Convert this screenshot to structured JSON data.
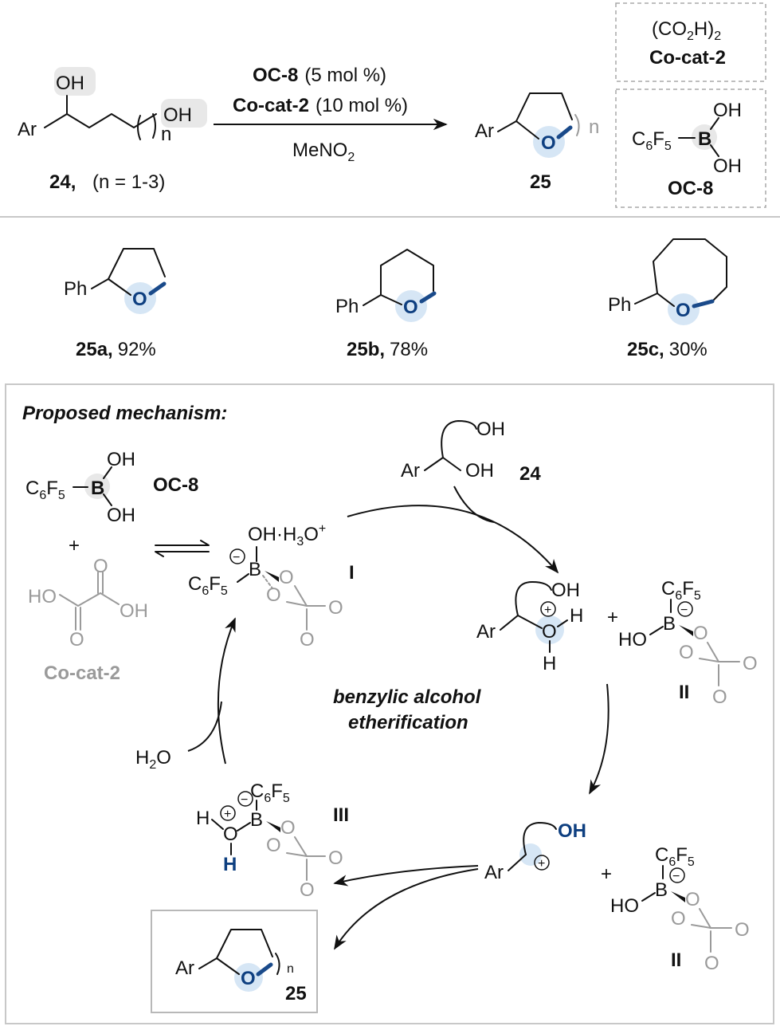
{
  "reaction": {
    "substrate_label": "24,",
    "substrate_condition": "(n = 1-3)",
    "sub_ar": "Ar",
    "sub_oh1": "OH",
    "sub_oh2": "OH",
    "sub_n": "n",
    "cond_cat1_name": "OC-8",
    "cond_cat1_amount": "(5 mol %)",
    "cond_cat2_name": "Co-cat-2",
    "cond_cat2_amount": "(10 mol %)",
    "cond_solvent": "MeNO",
    "cond_solvent_sub": "2",
    "product_label": "25",
    "prod_ar": "Ar",
    "prod_o": "O",
    "prod_n": "n"
  },
  "side_boxes": {
    "cocat_formula_a": "(CO",
    "cocat_formula_sub": "2",
    "cocat_formula_b": "H)",
    "cocat_formula_sub2": "2",
    "cocat_name": "Co-cat-2",
    "oc8_c": "C",
    "oc8_6": "6",
    "oc8_f": "F",
    "oc8_5": "5",
    "oc8_b": "B",
    "oc8_oh1": "OH",
    "oc8_oh2": "OH",
    "oc8_name": "OC-8"
  },
  "scope": [
    {
      "ph": "Ph",
      "o": "O",
      "id": "25a,",
      "yield": "92%"
    },
    {
      "ph": "Ph",
      "o": "O",
      "id": "25b,",
      "yield": "78%"
    },
    {
      "ph": "Ph",
      "o": "O",
      "id": "25c,",
      "yield": "30%"
    }
  ],
  "mechanism": {
    "title": "Proposed mechanism:",
    "center_line1": "benzylic alcohol",
    "center_line2": "etherification",
    "oc8_name": "OC-8",
    "cocat_name": "Co-cat-2",
    "plus": "+",
    "water": "H",
    "water_sub": "2",
    "water_o": "O",
    "int_I": "I",
    "int_II": "II",
    "int_III": "III",
    "sub_label": "24",
    "prod_label": "25",
    "ar": "Ar",
    "oh": "OH",
    "ho": "HO",
    "o": "O",
    "h": "H",
    "b": "B",
    "n": "n",
    "c6f5_c": "C",
    "c6f5_6": "6",
    "c6f5_f": "F",
    "c6f5_5": "5",
    "oh_h3o": "OH·H",
    "h3o_3": "3",
    "h3o_o": "O",
    "h3o_plus": "+",
    "minus": "−",
    "plus_charge": "+"
  }
}
